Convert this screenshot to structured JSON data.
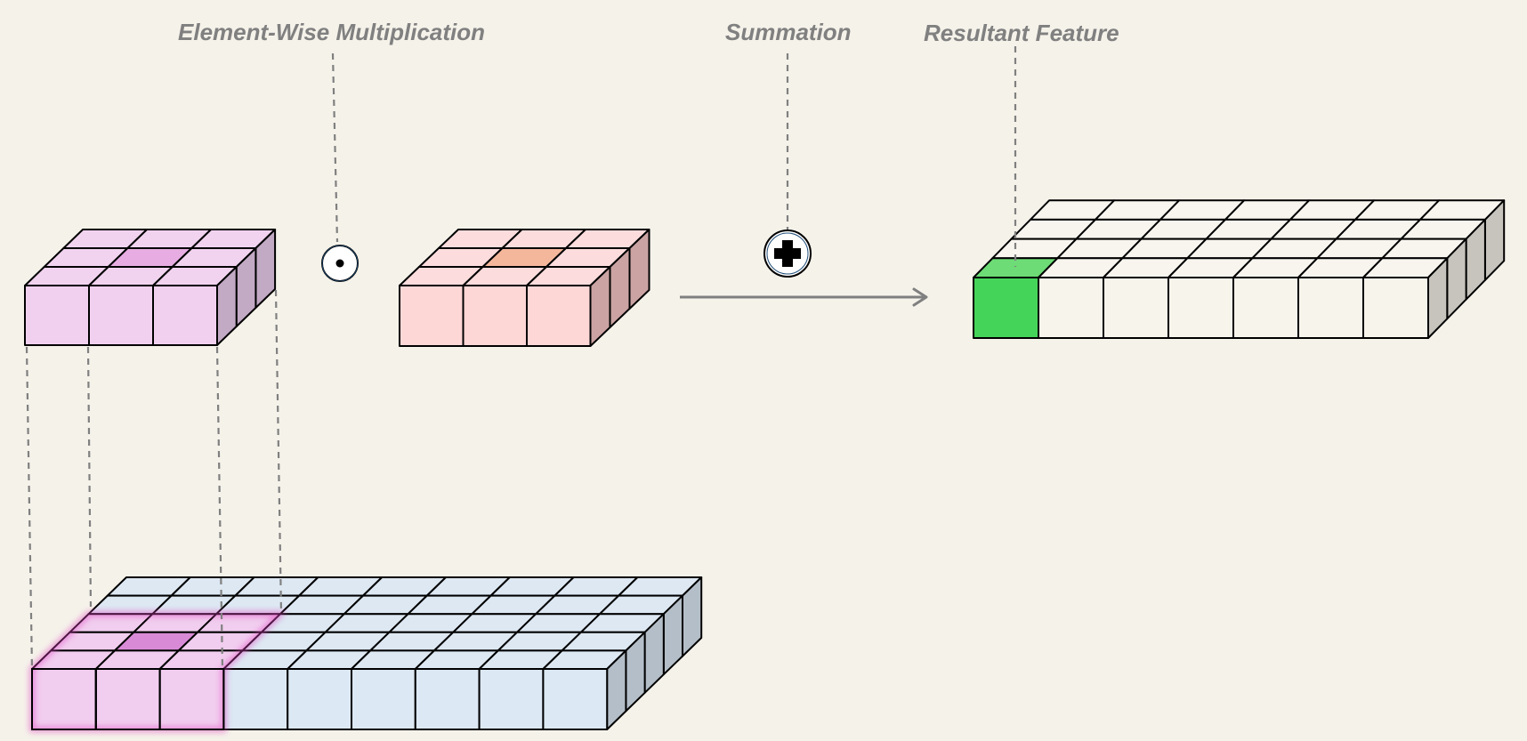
{
  "labels": {
    "multiply": "Element-Wise Multiplication",
    "sum": "Summation",
    "result": "Resultant Feature"
  },
  "icons": {
    "multiply": "circled-dot-icon",
    "sum": "circled-plus-icon",
    "arrow": "arrow-right-icon"
  },
  "grids": {
    "input": {
      "cols": 9,
      "rows": 5
    },
    "window": {
      "cols": 3,
      "rows": 3
    },
    "kernel": {
      "cols": 3,
      "rows": 3
    },
    "output": {
      "cols": 7,
      "rows": 4
    }
  },
  "colors": {
    "background": "#f5f2ea",
    "input_top": "#dde8f3",
    "input_front": "#dce8f4",
    "input_side": "#b4bec8",
    "window_top": "#f1cdef",
    "window_front": "#f1cdef",
    "window_center": "#d98ad6",
    "window_glow": "#e040c0",
    "receptive_top": "#f1d3ef",
    "receptive_front": "#f1d0ef",
    "receptive_side": "#c2a9c4",
    "receptive_center": "#e7ade2",
    "kernel_top": "#fcdcdc",
    "kernel_front": "#fdd6d6",
    "kernel_side": "#cba3a3",
    "kernel_center": "#f5b79c",
    "output_top": "#f8f5ef",
    "output_front": "#f7f4ec",
    "output_side": "#c7c4bd",
    "result_front": "#45d45a",
    "result_top": "#6ddc76",
    "guides": "#808080"
  }
}
